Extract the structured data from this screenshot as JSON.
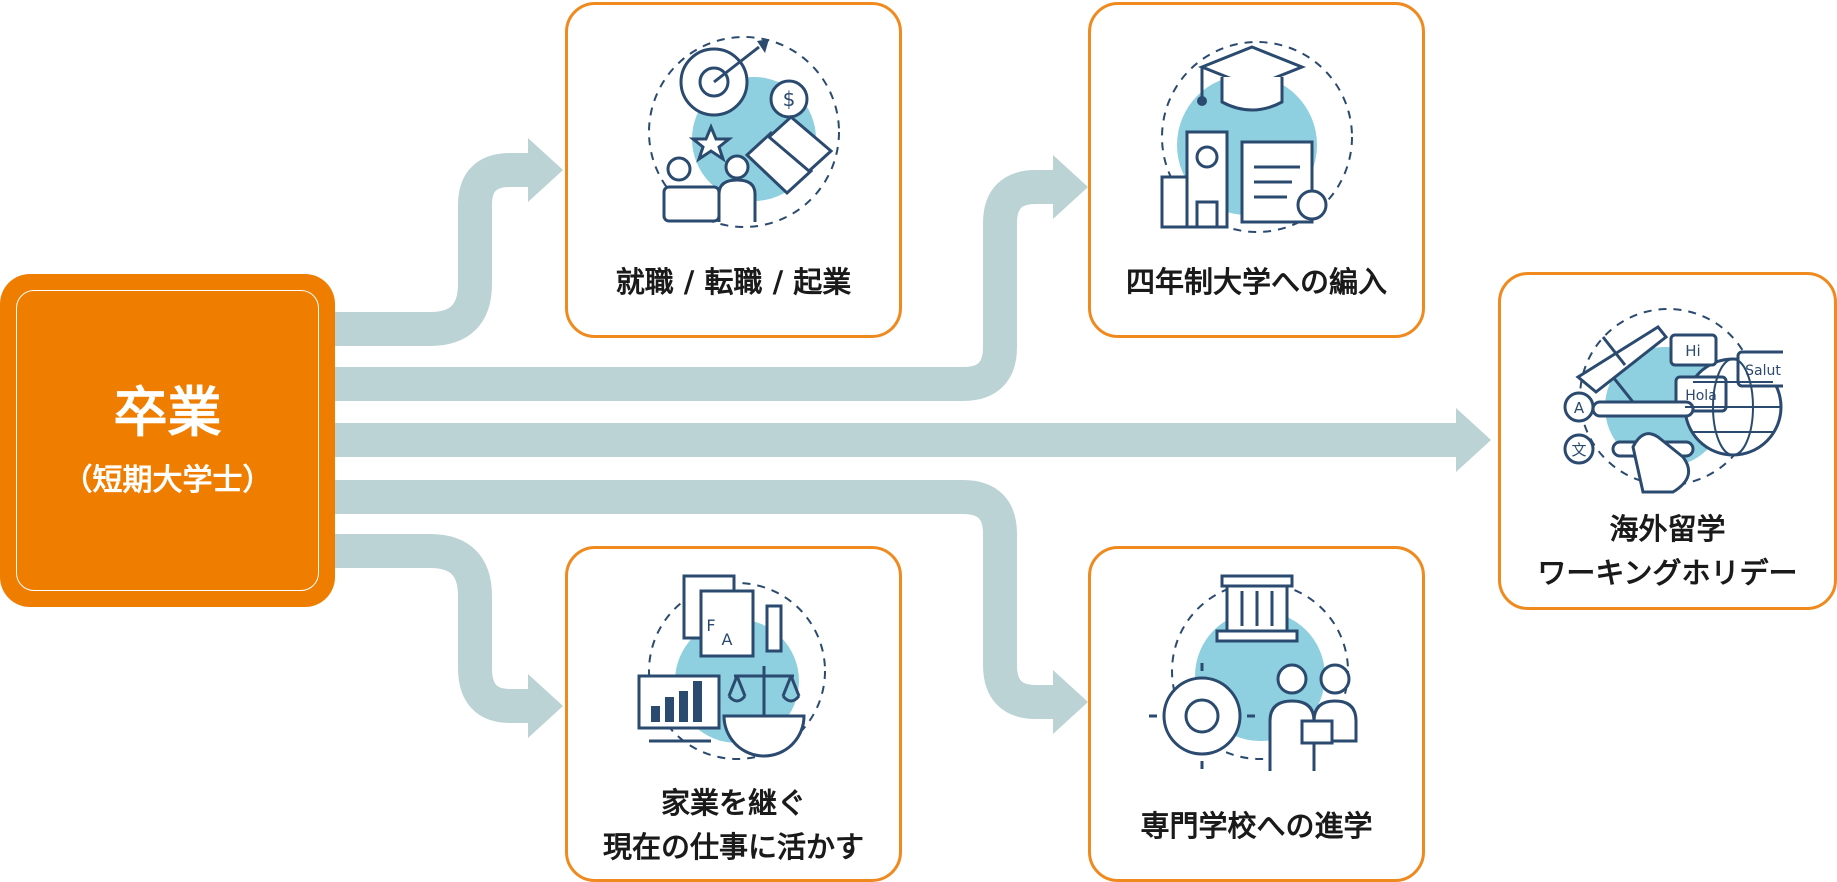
{
  "source": {
    "title": "卒業",
    "subtitle": "（短期大学士）"
  },
  "destinations": {
    "employment": {
      "label": "就職 / 転職 / 起業"
    },
    "university": {
      "label": "四年制大学への編入"
    },
    "study_abroad": {
      "line1": "海外留学",
      "line2": "ワーキングホリデー"
    },
    "family_business": {
      "line1": "家業を継ぐ",
      "line2": "現在の仕事に活かす"
    },
    "vocational": {
      "label": "専門学校への進学"
    }
  },
  "icon_text": {
    "hi": "Hi",
    "salut": "Salut",
    "hola": "Hola",
    "a": "A",
    "kanji": "文",
    "f": "F"
  },
  "colors": {
    "orange": "#ef7d00",
    "card_border": "#ef8a1f",
    "arrow": "#bcd3d6",
    "icon_blob": "#8ecfe0",
    "icon_line": "#2b4a6f"
  }
}
